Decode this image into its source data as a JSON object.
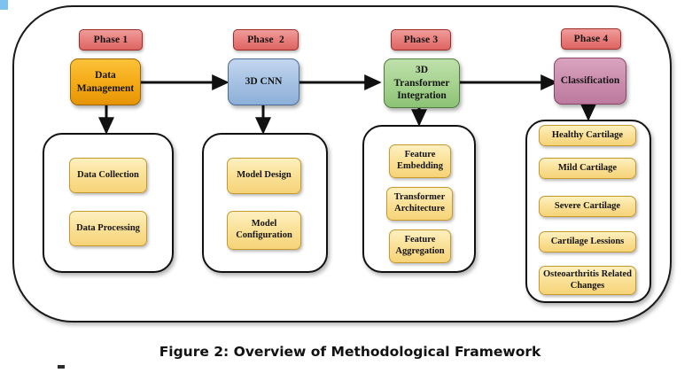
{
  "figure": {
    "caption": "Figure 2: Overview of Methodological Framework"
  },
  "colors": {
    "phase_badge": "#e9817f",
    "phase_badge_border": "#9e2b26",
    "stage_orange": "#f5ab17",
    "stage_blue": "#a6c2e3",
    "stage_green": "#a6d390",
    "stage_purple": "#cb8dae",
    "sub_box": "#fae29a",
    "sub_box_border": "#c49a2a",
    "outline": "#111111",
    "artifact_blue": "#7ec3ef"
  },
  "phases": [
    {
      "badge": "Phase 1",
      "stage": "Data Management",
      "stage_color": "orange",
      "items": [
        "Data Collection",
        "Data Processing"
      ]
    },
    {
      "badge": "Phase  2",
      "stage": "3D CNN",
      "stage_color": "blue",
      "items": [
        "Model Design",
        "Model Configuration"
      ]
    },
    {
      "badge": "Phase 3",
      "stage": "3D Transformer Integration",
      "stage_color": "green",
      "items": [
        "Feature Embedding",
        "Transformer Architecture",
        "Feature Aggregation"
      ]
    },
    {
      "badge": "Phase 4",
      "stage": "Classification",
      "stage_color": "purple",
      "items": [
        "Healthy Cartilage",
        "Mild Cartilage",
        "Severe Cartilage",
        "Cartilage Lessions",
        "Osteoarthritis Related Changes"
      ]
    }
  ]
}
